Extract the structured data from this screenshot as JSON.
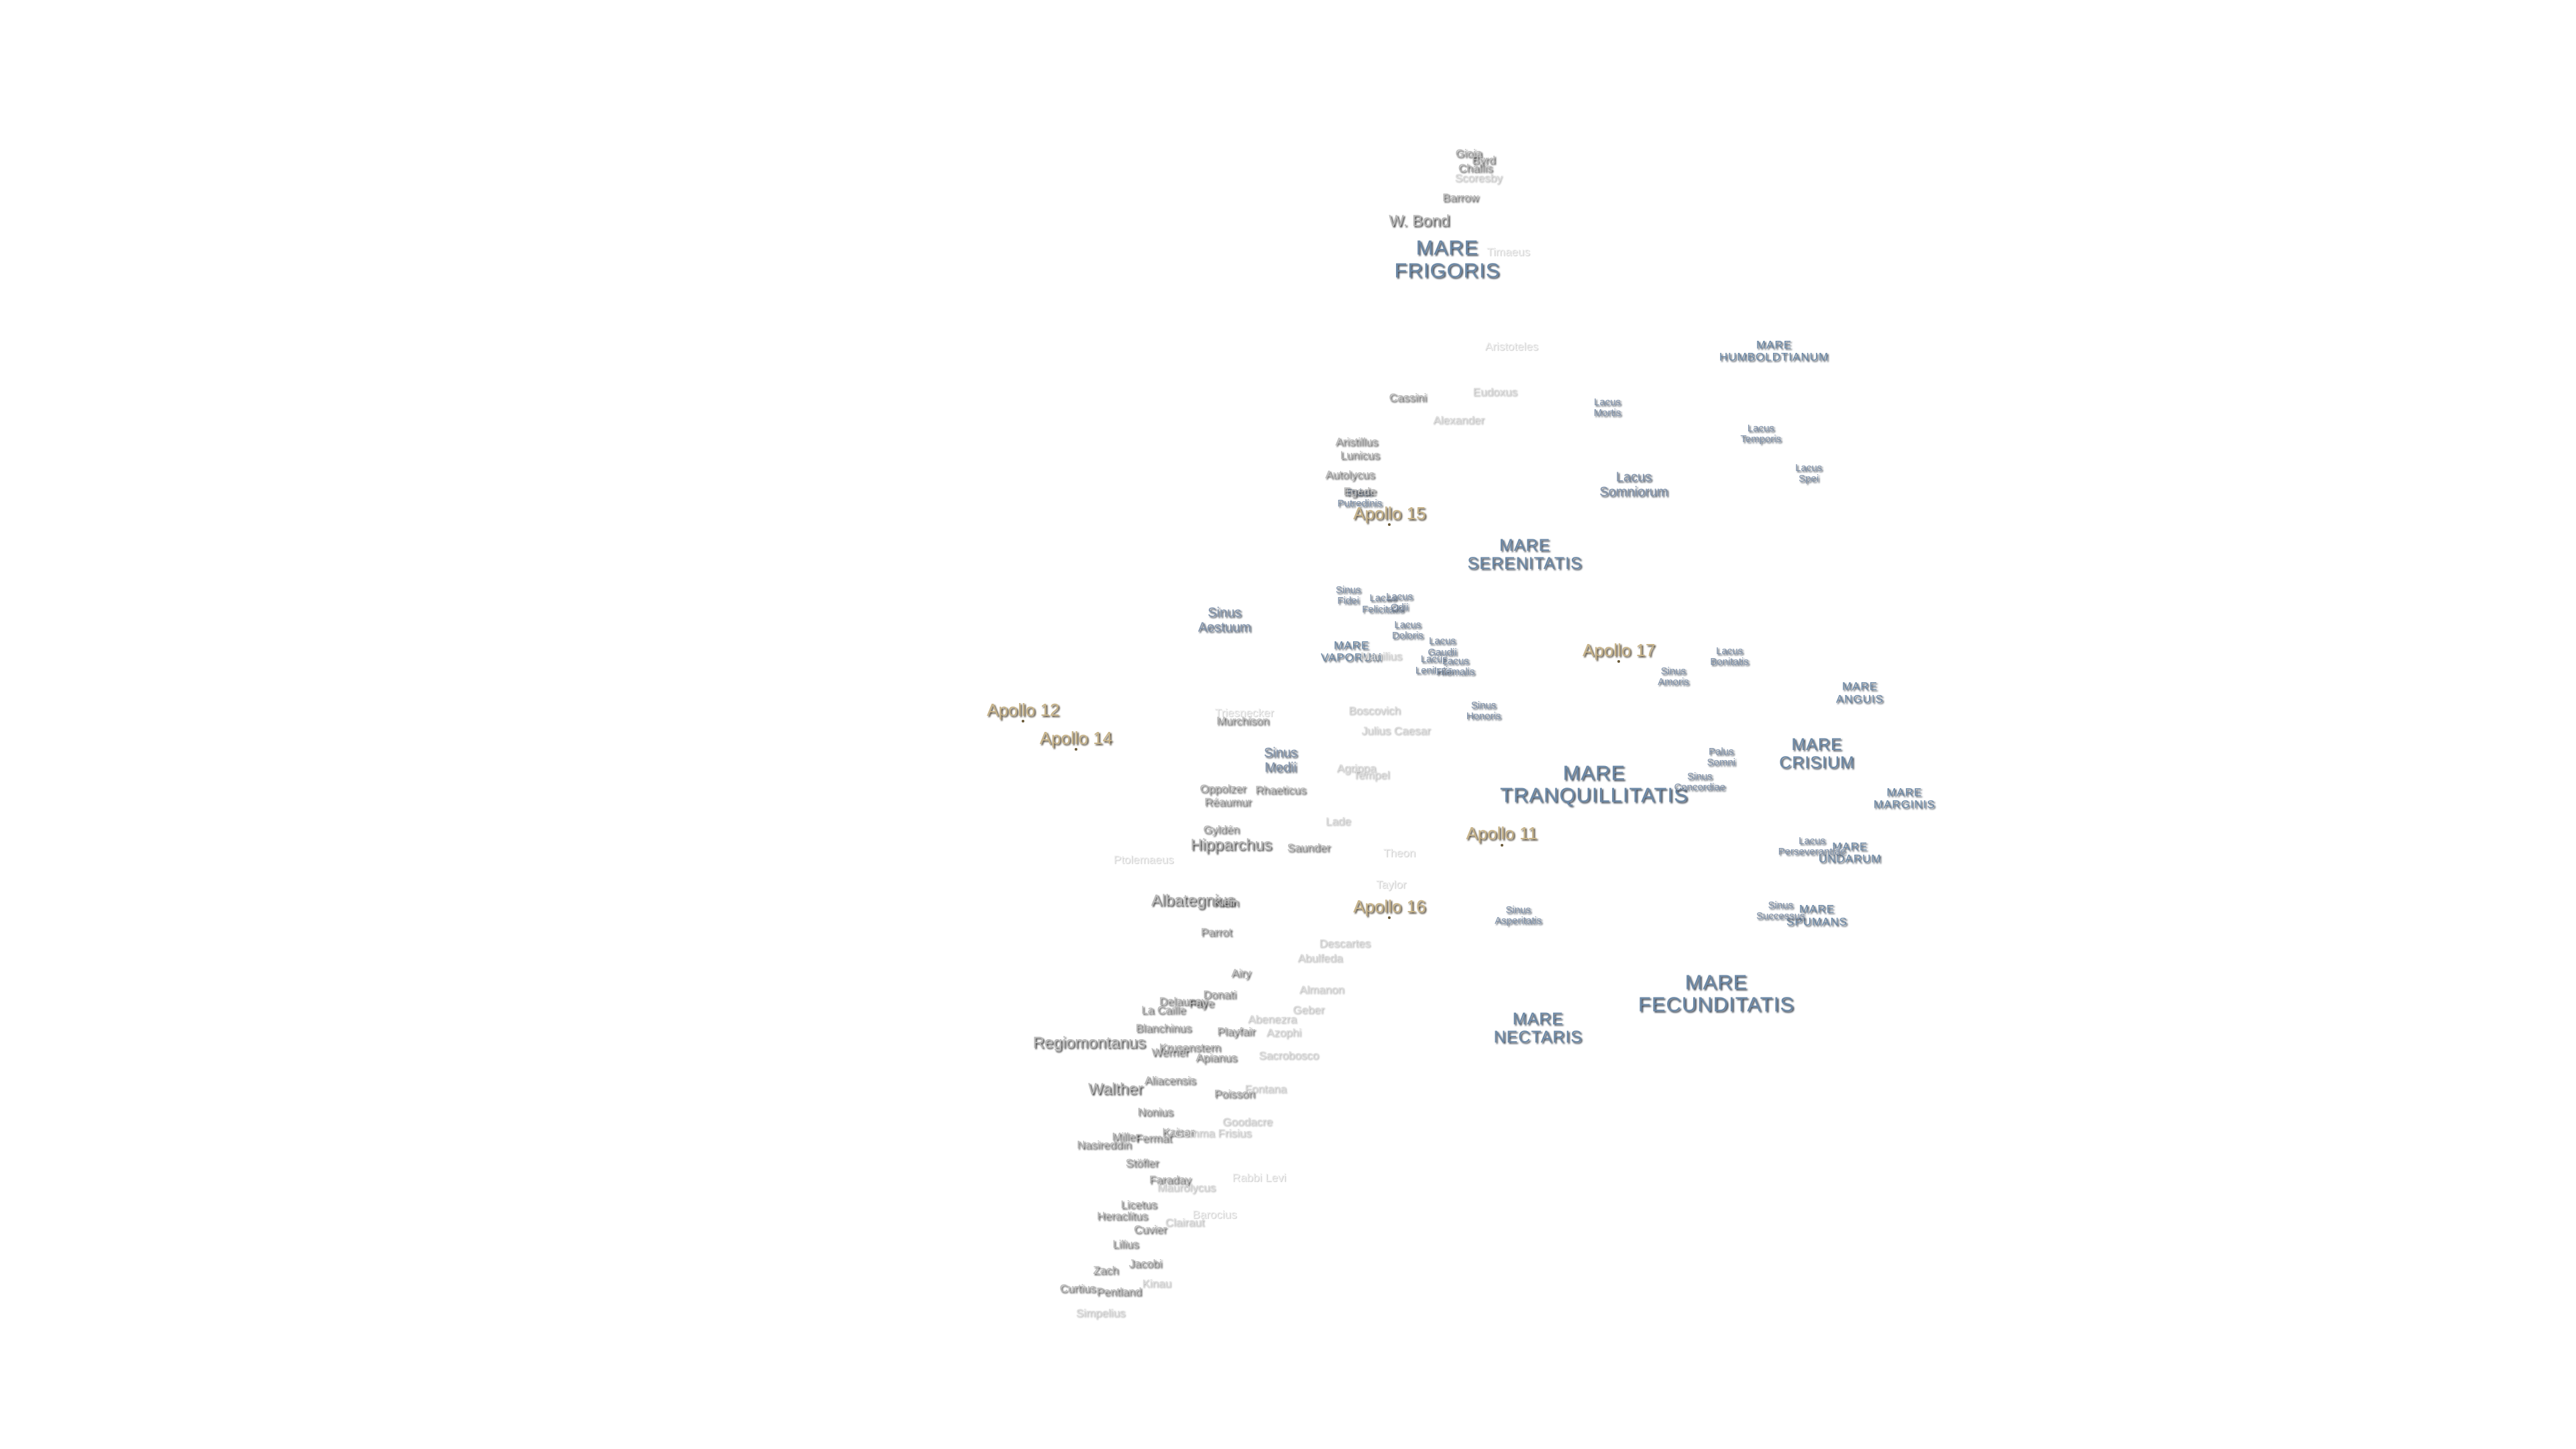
{
  "map": {
    "maria": [
      {
        "name": "MARE\nFRIGORIS"
      },
      {
        "name": "MARE\nHUMBOLDTIANUM"
      },
      {
        "name": "MARE\nSERENITATIS"
      },
      {
        "name": "MARE\nVAPORUM"
      },
      {
        "name": "MARE\nANGUIS"
      },
      {
        "name": "MARE\nCRISIUM"
      },
      {
        "name": "MARE\nTRANQUILLITATIS"
      },
      {
        "name": "MARE\nMARGINIS"
      },
      {
        "name": "MARE\nUNDARUM"
      },
      {
        "name": "MARE\nSPUMANS"
      },
      {
        "name": "MARE\nFECUNDITATIS"
      },
      {
        "name": "MARE\nNECTARIS"
      }
    ],
    "lakes": [
      {
        "name": "Lacus\nMortis"
      },
      {
        "name": "Lacus\nTemporis"
      },
      {
        "name": "Lacus\nSpei"
      },
      {
        "name": "Lacus\nSomniorum"
      },
      {
        "name": "Palus\nPutredinis"
      },
      {
        "name": "Sinus\nFidei"
      },
      {
        "name": "Lacus\nFelicitatis"
      },
      {
        "name": "Lacus\nOdii"
      },
      {
        "name": "Lacus\nDoloris"
      },
      {
        "name": "Lacus\nGaudii"
      },
      {
        "name": "Lacus\nLenitatis"
      },
      {
        "name": "Lacus\nHiemalis"
      },
      {
        "name": "Sinus\nAmoris"
      },
      {
        "name": "Lacus\nBonitatis"
      },
      {
        "name": "Sinus\nHonoris"
      },
      {
        "name": "Sinus\nMedii"
      },
      {
        "name": "Palus\nSomni"
      },
      {
        "name": "Sinus\nConcordiae"
      },
      {
        "name": "Lacus\nPerseverantiae"
      },
      {
        "name": "Sinus\nAsperitatis"
      },
      {
        "name": "Sinus\nSuccessus"
      },
      {
        "name": "Sinus\nAestuum"
      }
    ],
    "craters": [
      {
        "name": "Gioja"
      },
      {
        "name": "Byrd"
      },
      {
        "name": "Challis"
      },
      {
        "name": "Scoresby"
      },
      {
        "name": "Barrow"
      },
      {
        "name": "W. Bond"
      },
      {
        "name": "Timaeus"
      },
      {
        "name": "Cassini"
      },
      {
        "name": "Eudoxus"
      },
      {
        "name": "Alexander"
      },
      {
        "name": "Aristillus"
      },
      {
        "name": "Lunicus"
      },
      {
        "name": "Autolycus"
      },
      {
        "name": "Egede"
      },
      {
        "name": "Aristoteles"
      },
      {
        "name": "Manilius"
      },
      {
        "name": "Boscovich"
      },
      {
        "name": "Julius Caesar"
      },
      {
        "name": "Triesnecker"
      },
      {
        "name": "Murchison"
      },
      {
        "name": "Agrippa"
      },
      {
        "name": "Tempel"
      },
      {
        "name": "Oppolzer"
      },
      {
        "name": "Réaumur"
      },
      {
        "name": "Rhaeticus"
      },
      {
        "name": "Gyldén"
      },
      {
        "name": "Hipparchus"
      },
      {
        "name": "Lade"
      },
      {
        "name": "Saunder"
      },
      {
        "name": "Ptolemaeus"
      },
      {
        "name": "Taylor"
      },
      {
        "name": "Theon"
      },
      {
        "name": "Albategnius"
      },
      {
        "name": "Klein"
      },
      {
        "name": "Parrot"
      },
      {
        "name": "Descartes"
      },
      {
        "name": "Abulfeda"
      },
      {
        "name": "Airy"
      },
      {
        "name": "Almanon"
      },
      {
        "name": "Donati"
      },
      {
        "name": "Delaunay"
      },
      {
        "name": "Faye"
      },
      {
        "name": "La Caille"
      },
      {
        "name": "Geber"
      },
      {
        "name": "Abenezra"
      },
      {
        "name": "Blanchinus"
      },
      {
        "name": "Playfair"
      },
      {
        "name": "Azophi"
      },
      {
        "name": "Regiomontanus"
      },
      {
        "name": "Krusenstern"
      },
      {
        "name": "Werner"
      },
      {
        "name": "Apianus"
      },
      {
        "name": "Sacrobosco"
      },
      {
        "name": "Aliacensis"
      },
      {
        "name": "Walther"
      },
      {
        "name": "Fontana"
      },
      {
        "name": "Poisson"
      },
      {
        "name": "Nonius"
      },
      {
        "name": "Goodacre"
      },
      {
        "name": "Kaiser"
      },
      {
        "name": "Miller"
      },
      {
        "name": "Fermat"
      },
      {
        "name": "Gemma Frisius"
      },
      {
        "name": "Nasireddin"
      },
      {
        "name": "Stöfler"
      },
      {
        "name": "Faraday"
      },
      {
        "name": "Maurolycus"
      },
      {
        "name": "Barocius"
      },
      {
        "name": "Licetus"
      },
      {
        "name": "Heraclitus"
      },
      {
        "name": "Cuvier"
      },
      {
        "name": "Clairaut"
      },
      {
        "name": "Lilius"
      },
      {
        "name": "Jacobi"
      },
      {
        "name": "Zach"
      },
      {
        "name": "Curtius"
      },
      {
        "name": "Pentland"
      },
      {
        "name": "Kinau"
      },
      {
        "name": "Simpelius"
      },
      {
        "name": "Rabbi Levi"
      }
    ],
    "apollo_sites": [
      {
        "name": "Apollo 15"
      },
      {
        "name": "Apollo 17"
      },
      {
        "name": "Apollo 12"
      },
      {
        "name": "Apollo 14"
      },
      {
        "name": "Apollo 11"
      },
      {
        "name": "Apollo 16"
      }
    ],
    "colors": {
      "mare": "#6b88a6",
      "lake": "#8193ab",
      "crater": "#b9b9b9",
      "apollo": "#c8b48a",
      "background": "#ffffff"
    }
  }
}
